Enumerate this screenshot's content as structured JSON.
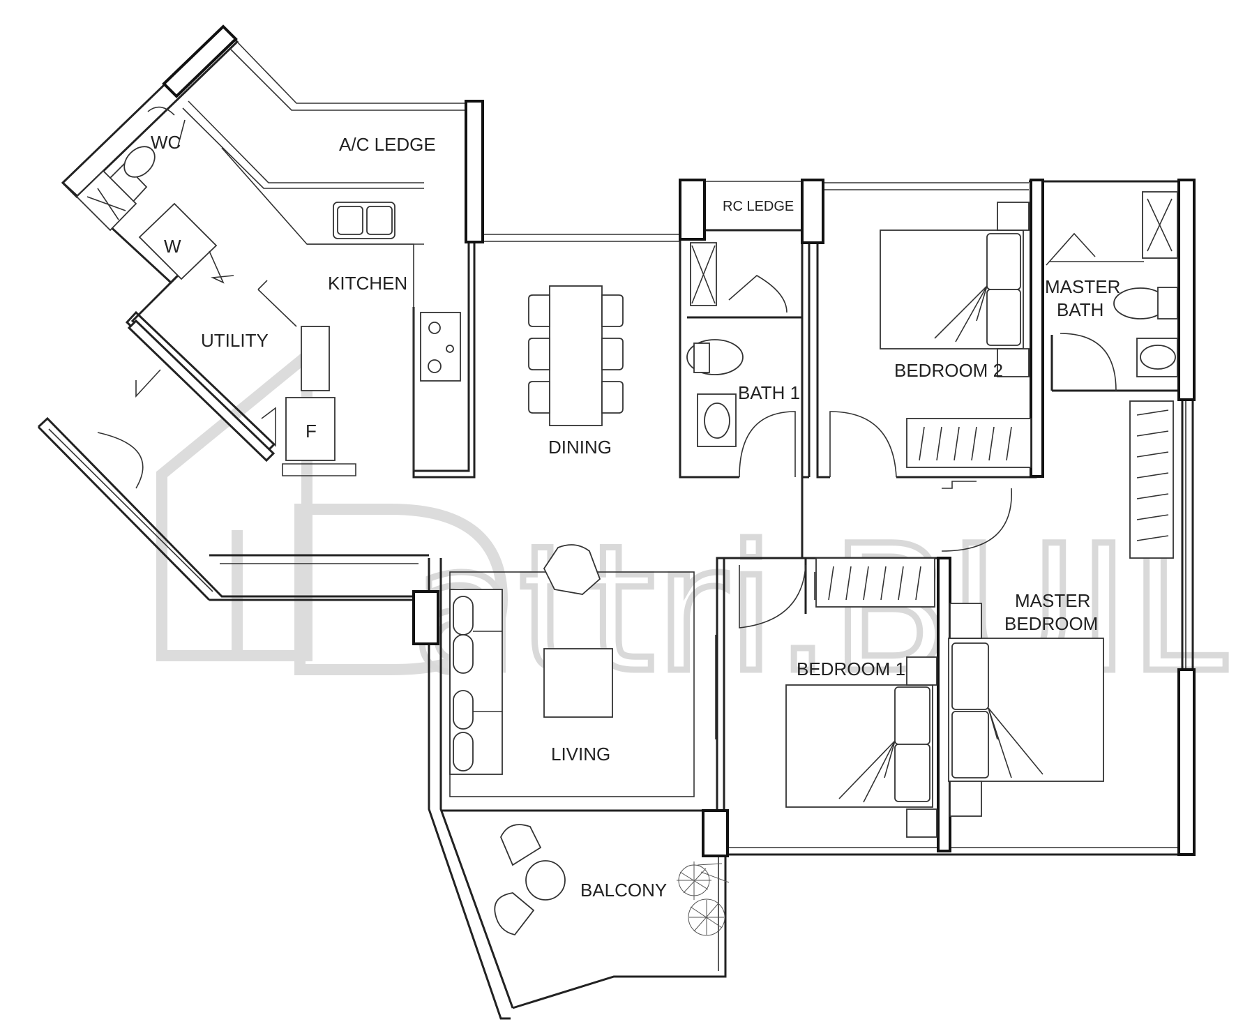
{
  "rooms": {
    "ac_ledge": "A/C LEDGE",
    "wc": "WC",
    "w": "W",
    "kitchen": "KITCHEN",
    "utility": "UTILITY",
    "f": "F",
    "dining": "DINING",
    "rc_ledge": "RC LEDGE",
    "bath1": "BATH 1",
    "bedroom2": "BEDROOM 2",
    "master_bath_l1": "MASTER",
    "master_bath_l2": "BATH",
    "master_bedroom_l1": "MASTER",
    "master_bedroom_l2": "BEDROOM",
    "bedroom1": "BEDROOM 1",
    "living": "LIVING",
    "balcony": "BALCONY"
  },
  "watermark": {
    "text": "attri.BUILD"
  }
}
